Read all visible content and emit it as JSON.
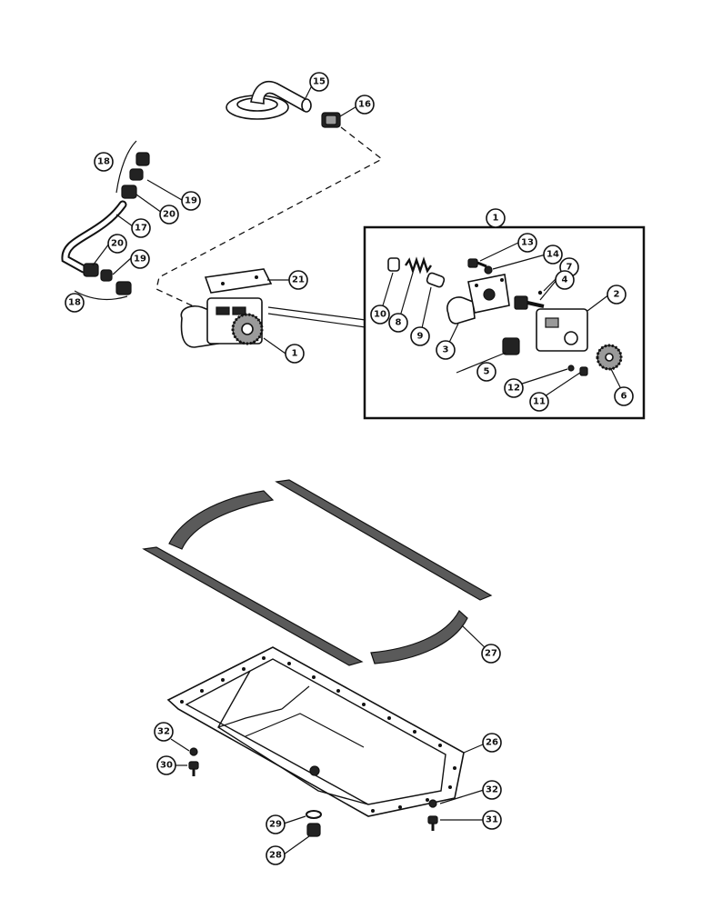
{
  "callouts": {
    "c1_main": "1",
    "c1_detail": "1",
    "c2": "2",
    "c3": "3",
    "c4": "4",
    "c5": "5",
    "c6": "6",
    "c7": "7",
    "c8": "8",
    "c9": "9",
    "c10": "10",
    "c11": "11",
    "c12": "12",
    "c13": "13",
    "c14": "14",
    "c15": "15",
    "c16": "16",
    "c17": "17",
    "c18_top": "18",
    "c18_bottom": "18",
    "c19_top": "19",
    "c19_bottom": "19",
    "c20_top": "20",
    "c20_bottom": "20",
    "c21": "21",
    "c26": "26",
    "c27": "27",
    "c28": "28",
    "c29": "29",
    "c30": "30",
    "c31": "31",
    "c32_left": "32",
    "c32_right": "32"
  }
}
